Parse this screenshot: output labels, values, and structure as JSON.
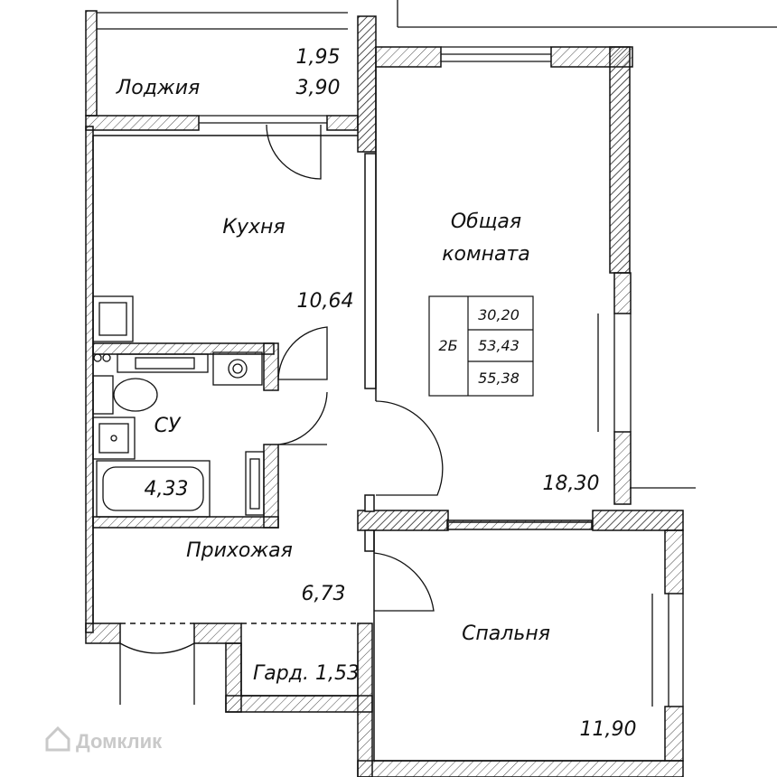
{
  "plan": {
    "rooms": {
      "loggia": {
        "name": "Лоджия",
        "area_primary": "1,95",
        "area_secondary": "3,90"
      },
      "kitchen": {
        "name": "Кухня",
        "area": "10,64"
      },
      "living": {
        "name_line1": "Общая",
        "name_line2": "комната",
        "area": "18,30"
      },
      "bathroom": {
        "name": "СУ",
        "area": "4,33"
      },
      "hallway": {
        "name": "Прихожая",
        "area": "6,73"
      },
      "bedroom": {
        "name": "Спальня",
        "area": "11,90"
      },
      "wardrobe": {
        "label": "Гард. 1,53"
      }
    },
    "summary_table": {
      "type_label": "2Б",
      "living_area": "30,20",
      "total_area": "53,43",
      "total_with_loggia": "55,38"
    },
    "watermark": "Домклик"
  },
  "colors": {
    "line": "#111111",
    "hatch": "#222222",
    "watermark": "#c9c9c9"
  }
}
